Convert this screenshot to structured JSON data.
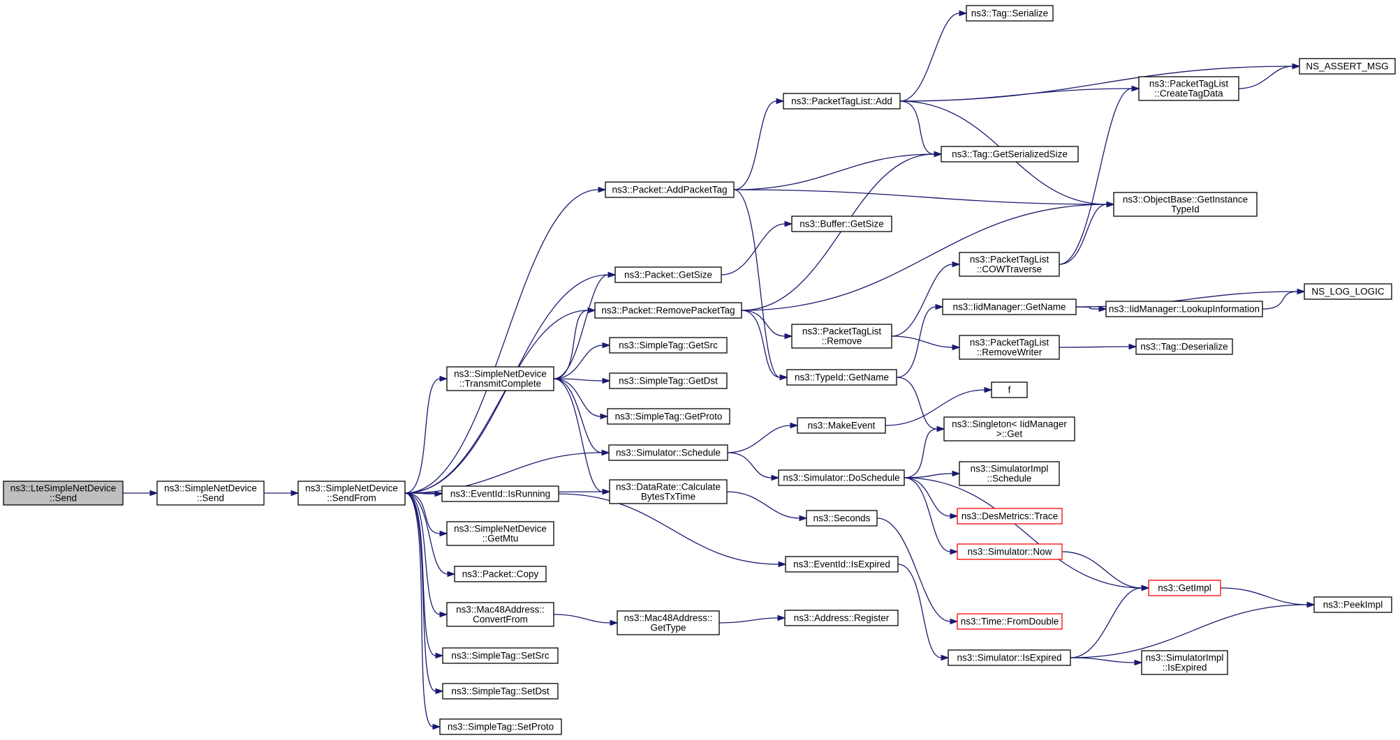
{
  "colors": {
    "edge": "#191970",
    "node_border": "#000000",
    "truncated_border": "#ff0000",
    "root_fill": "#bfbfbf"
  },
  "nodes": [
    {
      "id": "root",
      "lines": [
        "ns3::LteSimpleNetDevice",
        "::Send"
      ],
      "root": true
    },
    {
      "id": "snd_send",
      "lines": [
        "ns3::SimpleNetDevice",
        "::Send"
      ]
    },
    {
      "id": "snd_sendfrom",
      "lines": [
        "ns3::SimpleNetDevice",
        "::SendFrom"
      ]
    },
    {
      "id": "pkt_addtag",
      "lines": [
        "ns3::Packet::AddPacketTag"
      ]
    },
    {
      "id": "pkt_getsize",
      "lines": [
        "ns3::Packet::GetSize"
      ]
    },
    {
      "id": "pkt_removetag",
      "lines": [
        "ns3::Packet::RemovePacketTag"
      ]
    },
    {
      "id": "snd_transmit",
      "lines": [
        "ns3::SimpleNetDevice",
        "::TransmitComplete"
      ]
    },
    {
      "id": "sim_schedule",
      "lines": [
        "ns3::Simulator::Schedule"
      ]
    },
    {
      "id": "dr_calc",
      "lines": [
        "ns3::DataRate::Calculate",
        "BytesTxTime"
      ]
    },
    {
      "id": "ev_isrunning",
      "lines": [
        "ns3::EventId::IsRunning"
      ]
    },
    {
      "id": "snd_getmtu",
      "lines": [
        "ns3::SimpleNetDevice",
        "::GetMtu"
      ]
    },
    {
      "id": "pkt_copy",
      "lines": [
        "ns3::Packet::Copy"
      ]
    },
    {
      "id": "mac_convert",
      "lines": [
        "ns3::Mac48Address::",
        "ConvertFrom"
      ]
    },
    {
      "id": "st_setsrc",
      "lines": [
        "ns3::SimpleTag::SetSrc"
      ]
    },
    {
      "id": "st_setdst",
      "lines": [
        "ns3::SimpleTag::SetDst"
      ]
    },
    {
      "id": "st_setproto",
      "lines": [
        "ns3::SimpleTag::SetProto"
      ]
    },
    {
      "id": "st_getsrc",
      "lines": [
        "ns3::SimpleTag::GetSrc"
      ]
    },
    {
      "id": "st_getdst",
      "lines": [
        "ns3::SimpleTag::GetDst"
      ]
    },
    {
      "id": "st_getproto",
      "lines": [
        "ns3::SimpleTag::GetProto"
      ]
    },
    {
      "id": "mac_gettype",
      "lines": [
        "ns3::Mac48Address::",
        "GetType"
      ]
    },
    {
      "id": "ptl_add",
      "lines": [
        "ns3::PacketTagList::Add"
      ]
    },
    {
      "id": "buf_getsize",
      "lines": [
        "ns3::Buffer::GetSize"
      ]
    },
    {
      "id": "ptl_remove",
      "lines": [
        "ns3::PacketTagList",
        "::Remove"
      ]
    },
    {
      "id": "tid_getname",
      "lines": [
        "ns3::TypeId::GetName"
      ]
    },
    {
      "id": "makeevent",
      "lines": [
        "ns3::MakeEvent"
      ]
    },
    {
      "id": "sim_doschedule",
      "lines": [
        "ns3::Simulator::DoSchedule"
      ]
    },
    {
      "id": "seconds",
      "lines": [
        "ns3::Seconds"
      ]
    },
    {
      "id": "ev_isexpired",
      "lines": [
        "ns3::EventId::IsExpired"
      ]
    },
    {
      "id": "addr_register",
      "lines": [
        "ns3::Address::Register"
      ]
    },
    {
      "id": "tag_serialize",
      "lines": [
        "ns3::Tag::Serialize"
      ]
    },
    {
      "id": "tag_getsersize",
      "lines": [
        "ns3::Tag::GetSerializedSize"
      ]
    },
    {
      "id": "ptl_cow",
      "lines": [
        "ns3::PacketTagList",
        "::COWTraverse"
      ]
    },
    {
      "id": "iid_getname",
      "lines": [
        "ns3::IidManager::GetName"
      ]
    },
    {
      "id": "ptl_removewriter",
      "lines": [
        "ns3::PacketTagList",
        "::RemoveWriter"
      ]
    },
    {
      "id": "f",
      "lines": [
        "f"
      ]
    },
    {
      "id": "singleton_get",
      "lines": [
        "ns3::Singleton< IidManager",
        ">::Get"
      ]
    },
    {
      "id": "simimpl_schedule",
      "lines": [
        "ns3::SimulatorImpl",
        "::Schedule"
      ]
    },
    {
      "id": "des_trace",
      "lines": [
        "ns3::DesMetrics::Trace"
      ],
      "truncated": true
    },
    {
      "id": "sim_now",
      "lines": [
        "ns3::Simulator::Now"
      ],
      "truncated": true
    },
    {
      "id": "time_fromdouble",
      "lines": [
        "ns3::Time::FromDouble"
      ],
      "truncated": true
    },
    {
      "id": "sim_isexpired",
      "lines": [
        "ns3::Simulator::IsExpired"
      ]
    },
    {
      "id": "ptl_createtagdata",
      "lines": [
        "ns3::PacketTagList",
        "::CreateTagData"
      ]
    },
    {
      "id": "ob_getinstance",
      "lines": [
        "ns3::ObjectBase::GetInstance",
        "TypeId"
      ]
    },
    {
      "id": "iid_lookup",
      "lines": [
        "ns3::IidManager::LookupInformation"
      ]
    },
    {
      "id": "tag_deserialize",
      "lines": [
        "ns3::Tag::Deserialize"
      ]
    },
    {
      "id": "getimpl",
      "lines": [
        "ns3::GetImpl"
      ],
      "truncated": true
    },
    {
      "id": "simimpl_isexpired",
      "lines": [
        "ns3::SimulatorImpl",
        "::IsExpired"
      ]
    },
    {
      "id": "ns_assert",
      "lines": [
        "NS_ASSERT_MSG"
      ]
    },
    {
      "id": "ns_log",
      "lines": [
        "NS_LOG_LOGIC"
      ]
    },
    {
      "id": "peekimpl",
      "lines": [
        "ns3::PeekImpl"
      ]
    }
  ],
  "edges": [
    [
      "root",
      "snd_send"
    ],
    [
      "snd_send",
      "snd_sendfrom"
    ],
    [
      "snd_sendfrom",
      "pkt_addtag"
    ],
    [
      "snd_sendfrom",
      "pkt_getsize"
    ],
    [
      "snd_sendfrom",
      "pkt_removetag"
    ],
    [
      "snd_sendfrom",
      "snd_transmit"
    ],
    [
      "snd_sendfrom",
      "sim_schedule"
    ],
    [
      "snd_sendfrom",
      "dr_calc"
    ],
    [
      "snd_sendfrom",
      "ev_isrunning"
    ],
    [
      "snd_sendfrom",
      "snd_getmtu"
    ],
    [
      "snd_sendfrom",
      "pkt_copy"
    ],
    [
      "snd_sendfrom",
      "mac_convert"
    ],
    [
      "snd_sendfrom",
      "st_setsrc"
    ],
    [
      "snd_sendfrom",
      "st_setdst"
    ],
    [
      "snd_sendfrom",
      "st_setproto"
    ],
    [
      "snd_transmit",
      "pkt_getsize"
    ],
    [
      "snd_transmit",
      "pkt_removetag"
    ],
    [
      "snd_transmit",
      "st_getsrc"
    ],
    [
      "snd_transmit",
      "st_getdst"
    ],
    [
      "snd_transmit",
      "st_getproto"
    ],
    [
      "snd_transmit",
      "sim_schedule"
    ],
    [
      "snd_transmit",
      "dr_calc"
    ],
    [
      "mac_convert",
      "mac_gettype"
    ],
    [
      "mac_gettype",
      "addr_register"
    ],
    [
      "pkt_addtag",
      "ptl_add"
    ],
    [
      "pkt_addtag",
      "tag_getsersize"
    ],
    [
      "pkt_addtag",
      "ob_getinstance"
    ],
    [
      "pkt_addtag",
      "tid_getname"
    ],
    [
      "pkt_getsize",
      "buf_getsize"
    ],
    [
      "pkt_removetag",
      "tag_getsersize"
    ],
    [
      "pkt_removetag",
      "ob_getinstance"
    ],
    [
      "pkt_removetag",
      "ptl_remove"
    ],
    [
      "pkt_removetag",
      "tid_getname"
    ],
    [
      "ptl_add",
      "tag_serialize"
    ],
    [
      "ptl_add",
      "ns_assert"
    ],
    [
      "ptl_add",
      "ptl_createtagdata"
    ],
    [
      "ptl_add",
      "tag_getsersize"
    ],
    [
      "ptl_add",
      "ob_getinstance"
    ],
    [
      "ptl_remove",
      "ptl_cow"
    ],
    [
      "ptl_remove",
      "ptl_removewriter"
    ],
    [
      "ptl_cow",
      "ptl_createtagdata"
    ],
    [
      "ptl_cow",
      "ob_getinstance"
    ],
    [
      "ptl_createtagdata",
      "ns_assert"
    ],
    [
      "ptl_removewriter",
      "tag_deserialize"
    ],
    [
      "tid_getname",
      "iid_getname"
    ],
    [
      "tid_getname",
      "singleton_get"
    ],
    [
      "iid_getname",
      "iid_lookup"
    ],
    [
      "iid_getname",
      "ns_log"
    ],
    [
      "iid_lookup",
      "ns_log"
    ],
    [
      "sim_schedule",
      "makeevent"
    ],
    [
      "sim_schedule",
      "sim_doschedule"
    ],
    [
      "makeevent",
      "f"
    ],
    [
      "sim_doschedule",
      "singleton_get"
    ],
    [
      "sim_doschedule",
      "simimpl_schedule"
    ],
    [
      "sim_doschedule",
      "des_trace"
    ],
    [
      "sim_doschedule",
      "sim_now"
    ],
    [
      "sim_doschedule",
      "getimpl"
    ],
    [
      "sim_now",
      "getimpl"
    ],
    [
      "dr_calc",
      "seconds"
    ],
    [
      "seconds",
      "time_fromdouble"
    ],
    [
      "ev_isrunning",
      "ev_isexpired"
    ],
    [
      "ev_isexpired",
      "sim_isexpired"
    ],
    [
      "sim_isexpired",
      "getimpl"
    ],
    [
      "sim_isexpired",
      "simimpl_isexpired"
    ],
    [
      "sim_isexpired",
      "peekimpl"
    ],
    [
      "getimpl",
      "peekimpl"
    ]
  ]
}
